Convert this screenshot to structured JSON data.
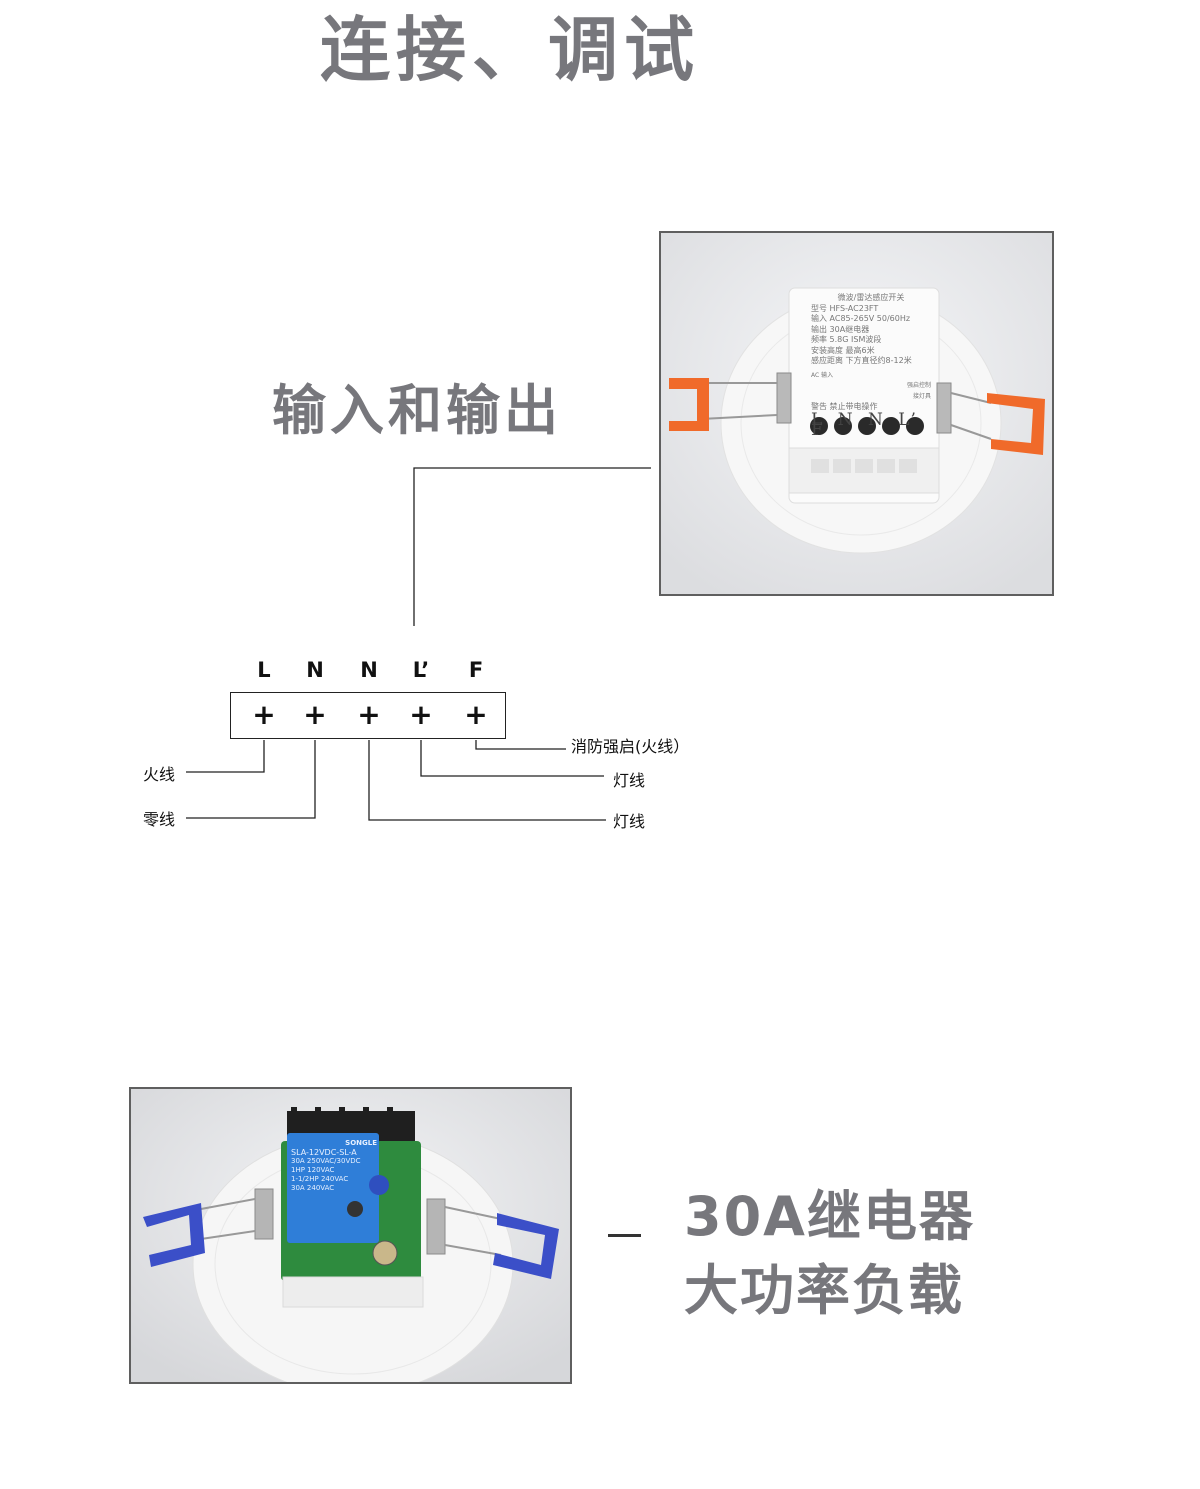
{
  "titles": {
    "main": "连接、调试",
    "io": "输入和输出",
    "relay_line1": "30A继电器",
    "relay_line2": "大功率负载"
  },
  "terminals": {
    "labels": [
      "L",
      "N",
      "N",
      "L’",
      "F"
    ],
    "plus": [
      "+",
      "+",
      "+",
      "+",
      "+"
    ]
  },
  "wires": {
    "fire_start": "消防强启(火线）",
    "live": "火线",
    "lamp1": "灯线",
    "neutral": "零线",
    "lamp2": "灯线"
  },
  "sensor_label": {
    "name": "微波/雷达感应开关",
    "model": "型号   HFS-AC23FT",
    "input": "输入   AC85-265V  50/60Hz",
    "output": "输出   30A继电器",
    "freq": "频率   5.8G  ISM波段",
    "height": "安装高度   最高6米",
    "distance": "感应距离   下方直径约8-12米",
    "ac_in": "AC 输入",
    "ctrl": "强启控制",
    "lamp_out": "接灯具",
    "warning": "警告   禁止带电操作",
    "terminals": "L N N L’ F"
  },
  "relay_label": {
    "brand": "SONGLE",
    "model": "SLA-12VDC-SL-A",
    "r1": "30A 250VAC/30VDC",
    "r2": "1HP 120VAC",
    "r3": "1-1/2HP 240VAC",
    "r4": "30A 240VAC"
  },
  "colors": {
    "heading": "#77777c",
    "clip_top": "#f06a2a",
    "clip_bottom": "#3b4fc8",
    "relay_blue": "#2f7ed8",
    "pcb_green": "#2e8b3e"
  }
}
